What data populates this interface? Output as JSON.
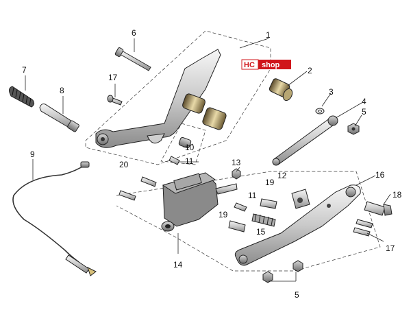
{
  "watermark": {
    "left": "HC",
    "right": "shop",
    "bg_left": "#ffffff",
    "bg_right": "#d0161b",
    "text_left": "#d0161b",
    "text_right": "#ffffff"
  },
  "callouts": {
    "c1": "1",
    "c2": "2",
    "c3": "3",
    "c4": "4",
    "c5a": "5",
    "c5b": "5",
    "c6": "6",
    "c7": "7",
    "c8": "8",
    "c9": "9",
    "c10": "10",
    "c11a": "11",
    "c11b": "11",
    "c12": "12",
    "c13": "13",
    "c14": "14",
    "c15": "15",
    "c16": "16",
    "c17a": "17",
    "c17b": "17",
    "c18": "18",
    "c19a": "19",
    "c19b": "19",
    "c20": "20"
  }
}
